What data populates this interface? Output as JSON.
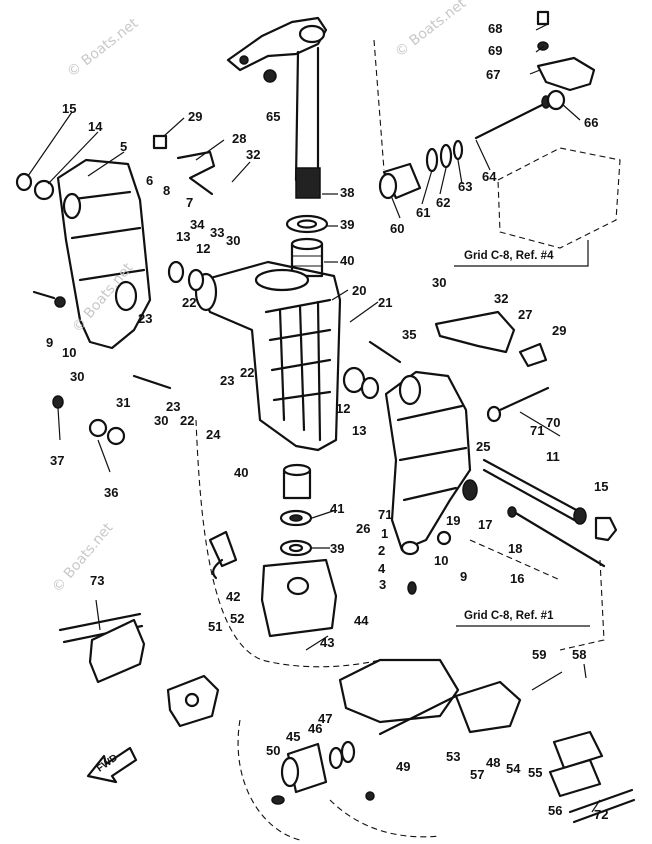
{
  "watermark": "© Boats.net",
  "grid_refs": [
    "Grid C-8, Ref. #4",
    "Grid C-8, Ref. #1"
  ],
  "fwd_label": "FWD",
  "callouts": [
    "1",
    "2",
    "3",
    "4",
    "5",
    "6",
    "7",
    "8",
    "9",
    "9",
    "10",
    "10",
    "11",
    "12",
    "12",
    "13",
    "13",
    "14",
    "15",
    "15",
    "16",
    "17",
    "18",
    "19",
    "20",
    "21",
    "22",
    "22",
    "22",
    "23",
    "23",
    "23",
    "23",
    "24",
    "25",
    "26",
    "27",
    "28",
    "29",
    "29",
    "30",
    "30",
    "30",
    "30",
    "31",
    "32",
    "32",
    "33",
    "34",
    "35",
    "36",
    "37",
    "38",
    "39",
    "39",
    "40",
    "40",
    "41",
    "42",
    "43",
    "44",
    "45",
    "46",
    "47",
    "48",
    "49",
    "50",
    "51",
    "52",
    "53",
    "54",
    "55",
    "56",
    "57",
    "58",
    "59",
    "60",
    "61",
    "62",
    "63",
    "64",
    "65",
    "66",
    "67",
    "68",
    "69",
    "70",
    "71",
    "71",
    "72",
    "73"
  ]
}
